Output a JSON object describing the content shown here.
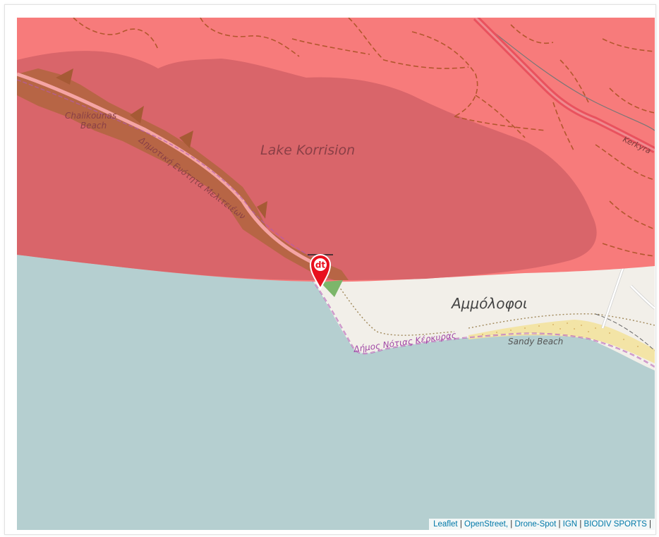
{
  "map": {
    "labels": {
      "lake": "Lake Korrision",
      "chalikounas_line1": "Chalikounas",
      "chalikounas_line2": "Beach",
      "municipal_unit": "Δημοτική Ενότητα Μελιτειέων",
      "south_municipality": "Δήμος Νότιας Κέρκυρας",
      "town": "Αμμόλοφοι",
      "sandy_beach": "Sandy Beach",
      "road": "Kerkyra"
    },
    "colors": {
      "sea": "#b5cfd0",
      "land": "#f2efe9",
      "restricted_zone": "#f77b7b",
      "lake_overlay": "#d9656a",
      "wetland": "#b0653e",
      "beach": "#f3e4a6",
      "road": "#e9525e",
      "boundary": "#b25ab0"
    },
    "marker": {
      "icon": "map-pin-icon",
      "label": "dt",
      "color": "#e8101e"
    }
  },
  "attribution": {
    "items": [
      "Leaflet",
      "OpenStreet,",
      "Drone-Spot",
      "IGN",
      "BIODIV SPORTS"
    ],
    "separator": "|"
  }
}
